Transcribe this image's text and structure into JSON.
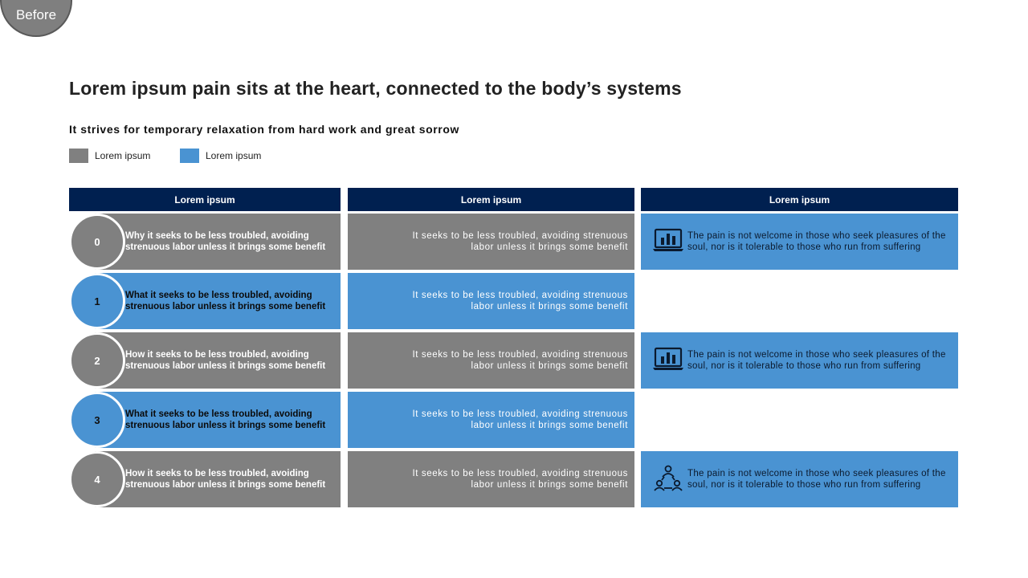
{
  "badge": "Before",
  "title": "Lorem ipsum pain sits at the heart, connected to the body’s systems",
  "subtitle": "It strives for temporary relaxation from hard work and great sorrow",
  "legend": [
    {
      "label": "Lorem ipsum",
      "color": "#808080"
    },
    {
      "label": "Lorem ipsum",
      "color": "#4a93d2"
    }
  ],
  "columns": [
    "Lorem ipsum",
    "Lorem ipsum",
    "Lorem ipsum"
  ],
  "rows": [
    {
      "num": "0",
      "theme": "gray",
      "col1": "Why it seeks to be less troubled, avoiding strenuous labor unless it brings some benefit",
      "col2": "It seeks to be less troubled, avoiding strenuous labor unless it brings some benefit",
      "col3": "The pain is not welcome in those who seek pleasures of the soul, nor is it tolerable to those who run from suffering",
      "icon": "laptop-chart-icon"
    },
    {
      "num": "1",
      "theme": "blue",
      "col1": "What it seeks to be less troubled, avoiding strenuous labor unless it brings some benefit",
      "col2": "It seeks to be less troubled, avoiding strenuous labor unless it brings some benefit",
      "col3": "",
      "icon": ""
    },
    {
      "num": "2",
      "theme": "gray",
      "col1": "How it seeks to be less troubled, avoiding strenuous labor unless it brings some benefit",
      "col2": "It seeks to be less troubled, avoiding strenuous labor unless it brings some benefit",
      "col3": "The pain is not welcome in those who seek pleasures of the soul, nor is it tolerable to those who run from suffering",
      "icon": "laptop-chart-icon"
    },
    {
      "num": "3",
      "theme": "blue",
      "col1": "What it seeks to be less troubled, avoiding strenuous labor unless it brings some benefit",
      "col2": "It seeks to be less troubled, avoiding strenuous labor unless it brings some benefit",
      "col3": "",
      "icon": ""
    },
    {
      "num": "4",
      "theme": "gray",
      "col1": "How it seeks to be less troubled, avoiding strenuous labor unless it brings some benefit",
      "col2": "It seeks to be less troubled, avoiding strenuous labor unless it brings some benefit",
      "col3": "The pain is not welcome in those who seek pleasures of the soul, nor is it tolerable to those who run from suffering",
      "icon": "people-network-icon"
    }
  ],
  "colors": {
    "header": "#002050",
    "gray": "#808080",
    "blue": "#4a93d2"
  }
}
